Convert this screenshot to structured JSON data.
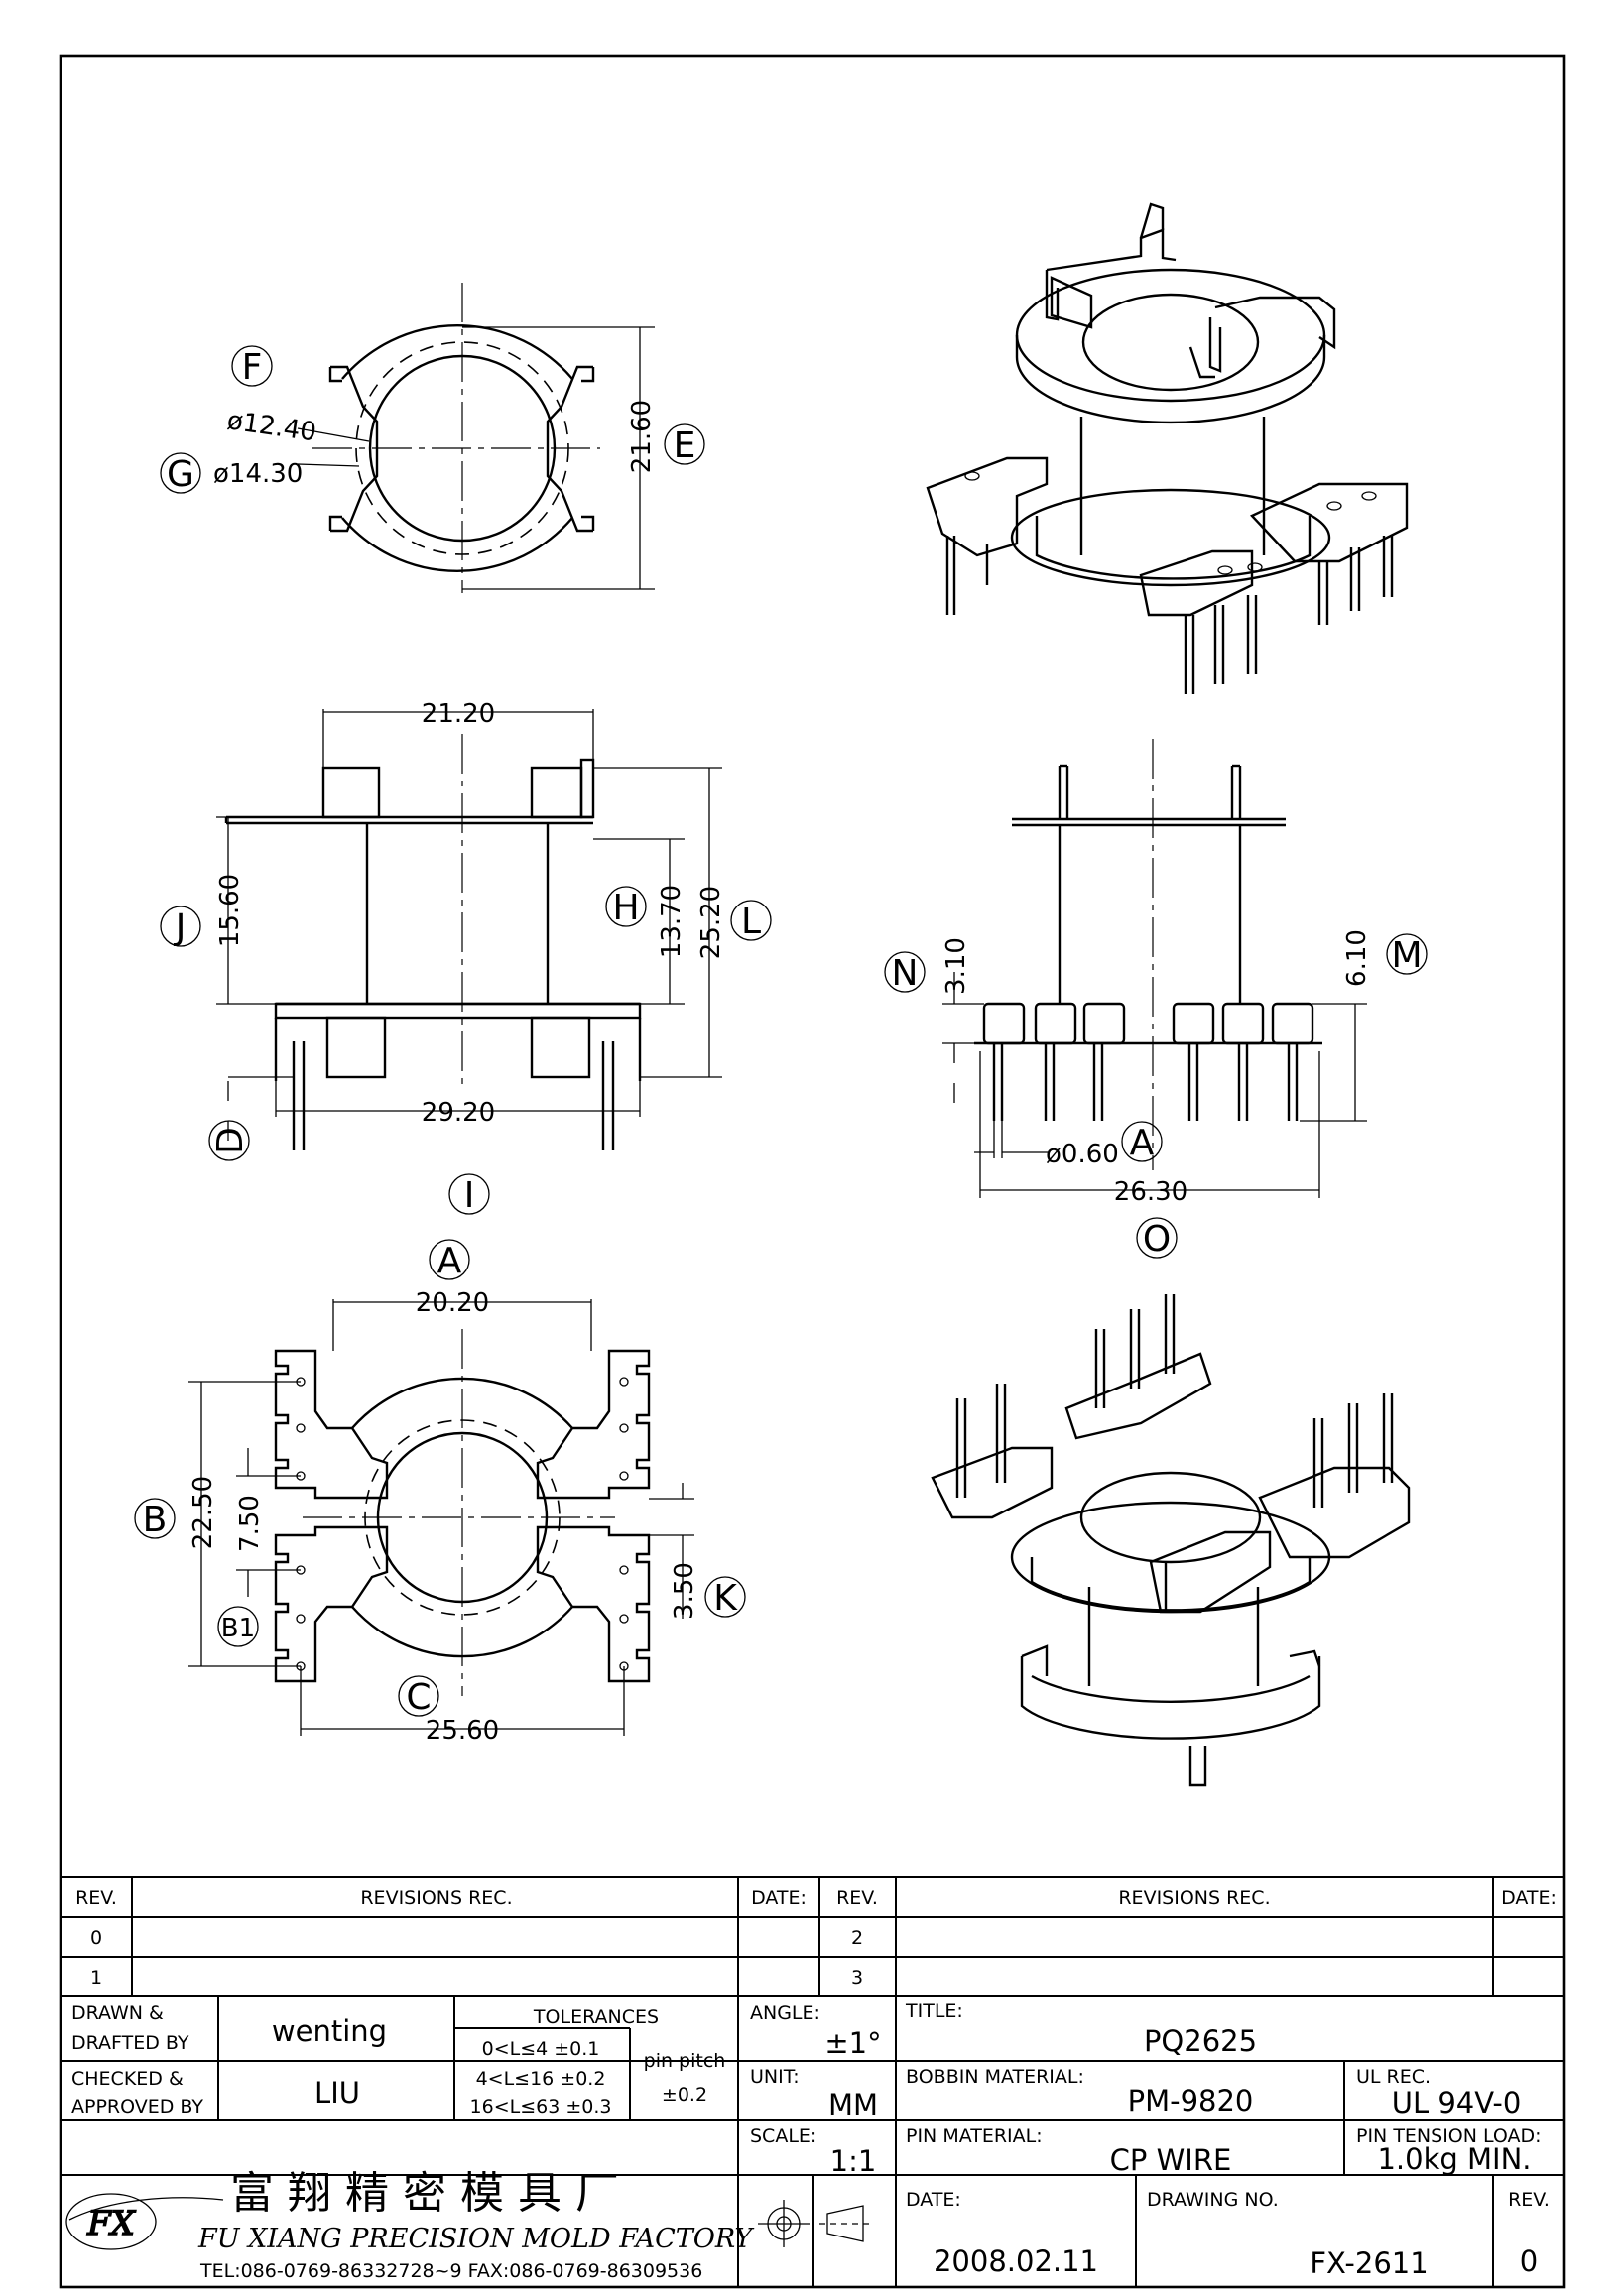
{
  "top_view": {
    "labels": {
      "F": "F",
      "G": "G",
      "E": "E"
    },
    "dims": {
      "d_inner": "ø12.40",
      "d_outer": "ø14.30",
      "height": "21.60"
    }
  },
  "front_view": {
    "labels": {
      "J": "J",
      "H": "H",
      "L": "L",
      "D": "D",
      "I": "I"
    },
    "dims": {
      "top_width": "21.20",
      "j": "15.60",
      "h": "13.70",
      "l": "25.20",
      "bottom_width": "29.20"
    }
  },
  "side_view": {
    "labels": {
      "N": "N",
      "M": "M",
      "A": "A",
      "O": "O"
    },
    "dims": {
      "n": "3.10",
      "m": "6.10",
      "pin_dia": "ø0.60",
      "width": "26.30"
    }
  },
  "bottom_view": {
    "labels": {
      "A": "A",
      "B": "B",
      "B1": "B1",
      "C": "C",
      "K": "K"
    },
    "dims": {
      "a": "20.20",
      "b": "22.50",
      "b1": "7.50",
      "k": "3.50",
      "c": "25.60"
    }
  },
  "revisions": {
    "headers": {
      "rev": "REV.",
      "rec": "REVISIONS    REC.",
      "date": "DATE:"
    },
    "rows_left": [
      "0",
      "1"
    ],
    "rows_right": [
      "2",
      "3"
    ]
  },
  "title_block": {
    "drawn_label": "DRAWN &\nDRAFTED BY",
    "drawn_label_1": "DRAWN &",
    "drawn_label_2": "DRAFTED BY",
    "drawn_by": "wenting",
    "checked_label_1": "CHECKED &",
    "checked_label_2": "APPROVED BY",
    "checked_by": "LIU",
    "tolerances_label": "TOLERANCES",
    "tol_1": "0<L≤4   ±0.1",
    "tol_2": "4<L≤16  ±0.2",
    "tol_3": "16<L≤63  ±0.3",
    "pin_pitch_label": "pin pitch",
    "pin_pitch_value": "±0.2",
    "angle_label": "ANGLE:",
    "angle_value": "±1°",
    "unit_label": "UNIT:",
    "unit_value": "MM",
    "scale_label": "SCALE:",
    "scale_value": "1:1",
    "title_label": "TITLE:",
    "title_value": "PQ2625",
    "bobbin_label": "BOBBIN MATERIAL:",
    "bobbin_value": "PM-9820",
    "ul_label": "UL REC.",
    "ul_value": "UL 94V-0",
    "pin_mat_label": "PIN MATERIAL:",
    "pin_mat_value": "CP WIRE",
    "pin_tension_label": "PIN TENSION LOAD:",
    "pin_tension_value": "1.0kg MIN.",
    "date_label": "DATE:",
    "date_value": "2008.02.11",
    "drawing_no_label": "DRAWING NO.",
    "drawing_no_value": "FX-2611",
    "rev_label": "REV.",
    "rev_value": "0",
    "company_cn": "富翔精密模具厂",
    "company_en": "FU XIANG PRECISION MOLD FACTORY",
    "contact": "TEL:086-0769-86332728~9   FAX:086-0769-86309536"
  }
}
